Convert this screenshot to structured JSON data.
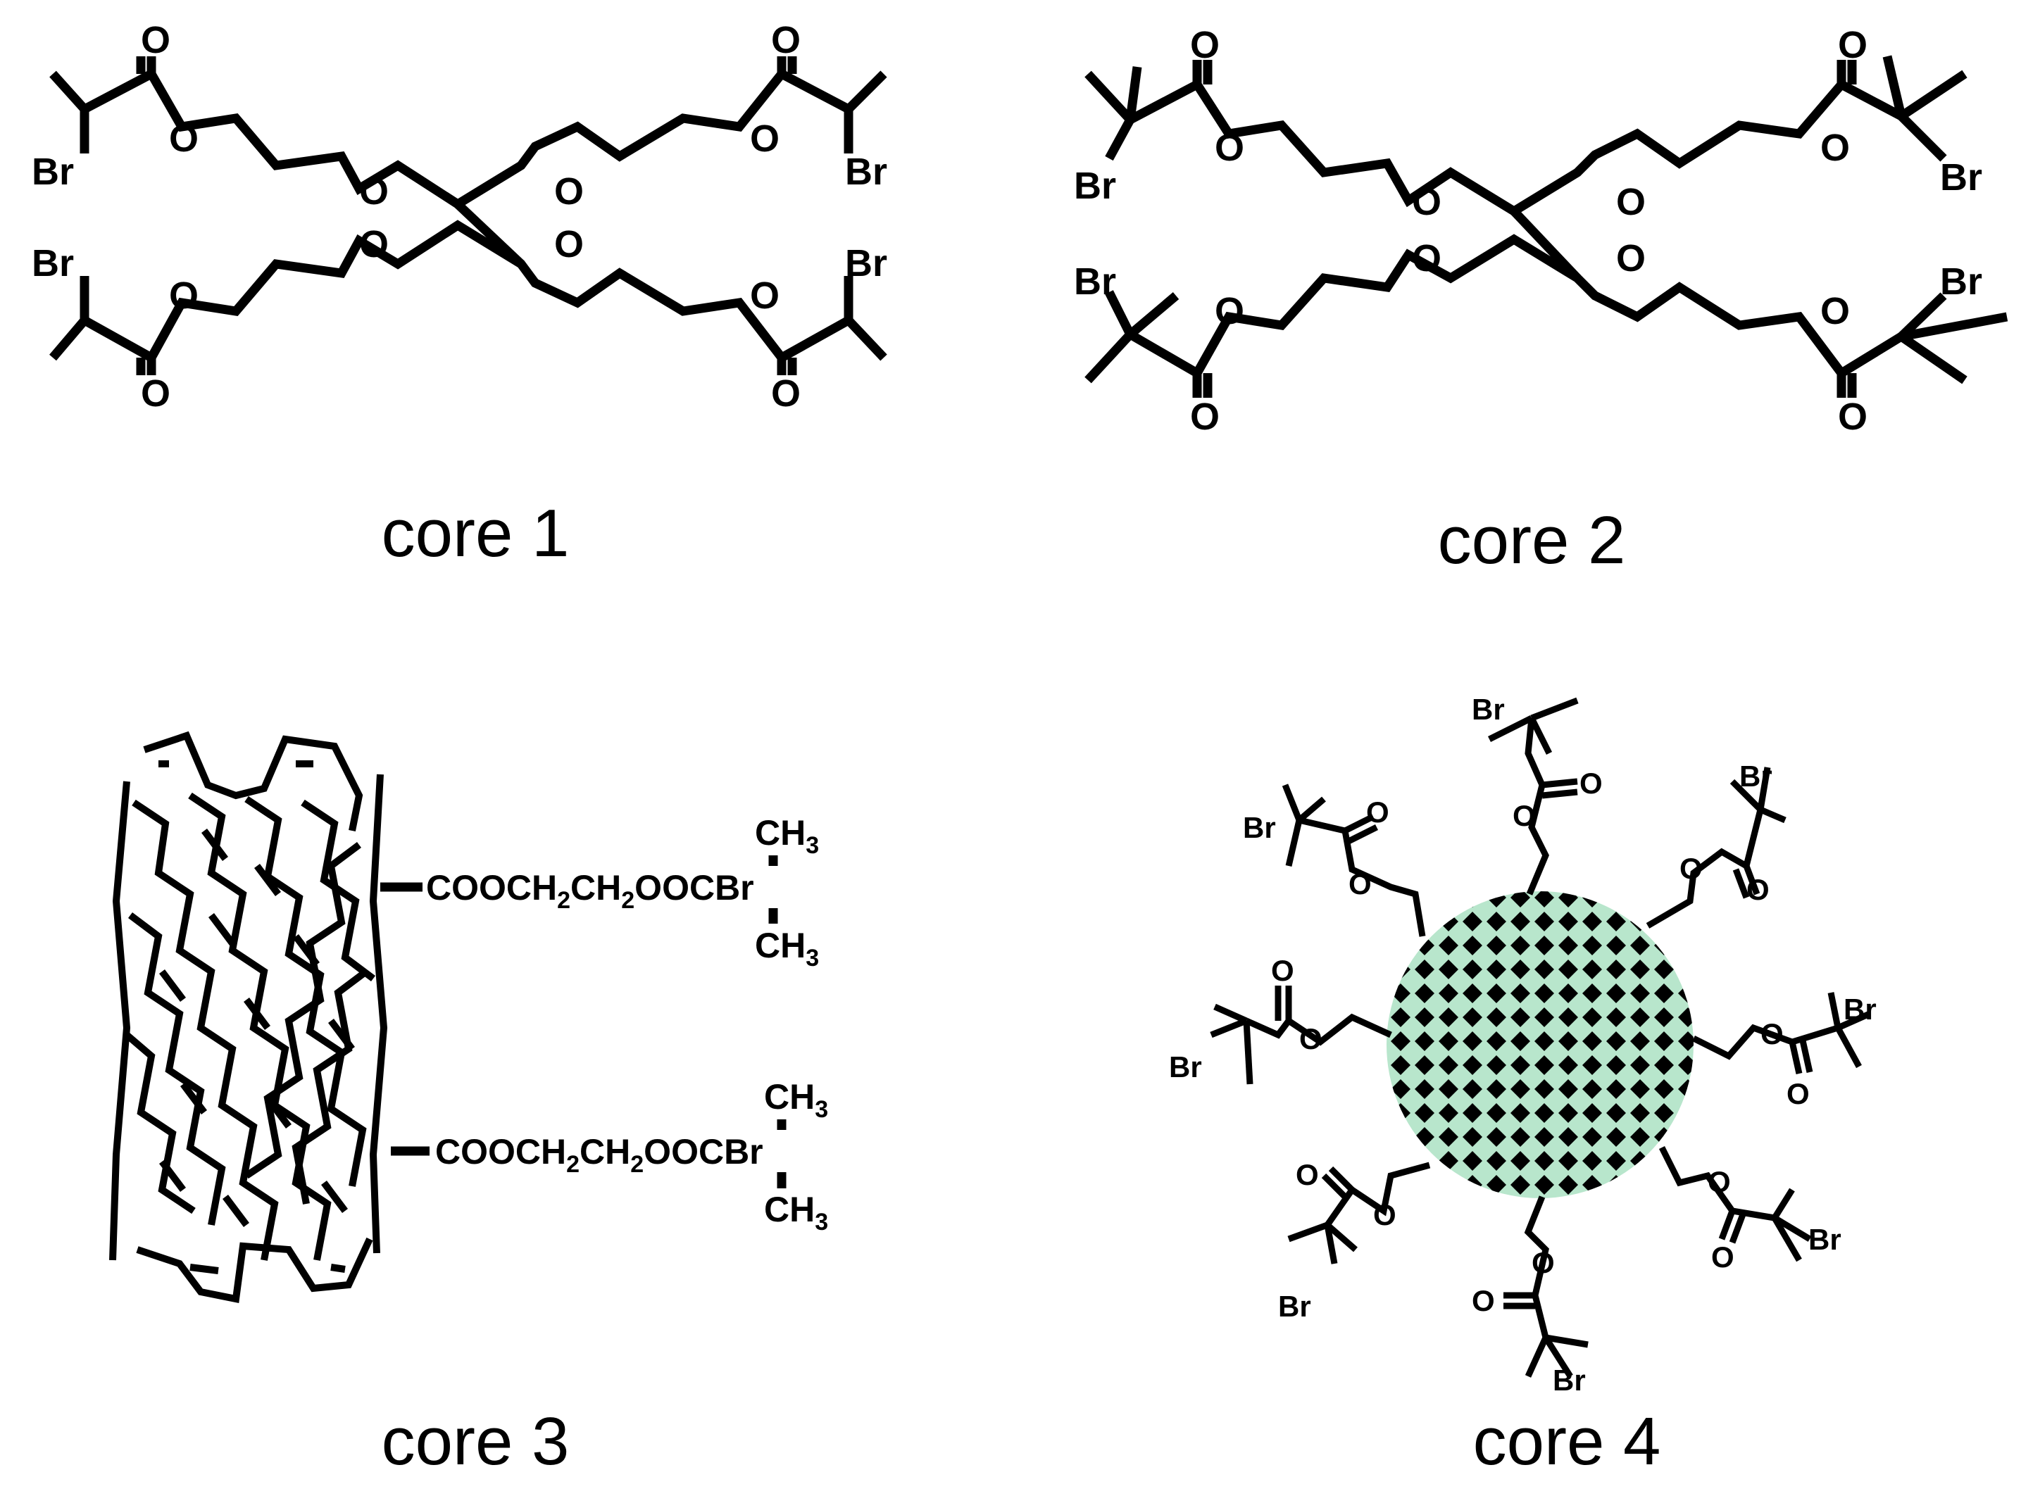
{
  "captions": [
    "core 1",
    "core 2",
    "core 3",
    "core 4"
  ],
  "atoms": {
    "oxygen": "O",
    "bromine": "Br"
  },
  "core3": {
    "chain_main": "COOCH",
    "sub2": "2",
    "chain_mid": "CH",
    "chain_tail": "OOC",
    "br": "Br",
    "methyl": "CH",
    "sub3": "3"
  },
  "colors": {
    "nanoparticle_fill": "#b8e6cc",
    "pattern": "#000000"
  }
}
